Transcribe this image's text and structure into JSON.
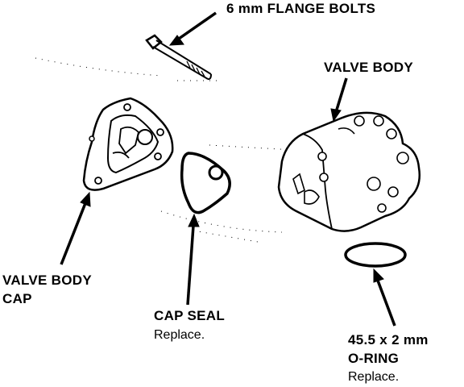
{
  "labels": {
    "flange_bolts": "6 mm FLANGE BOLTS",
    "valve_body": "VALVE BODY",
    "valve_body_cap_line1": "VALVE BODY",
    "valve_body_cap_line2": "CAP",
    "cap_seal": "CAP SEAL",
    "cap_seal_note": "Replace.",
    "oring_size": "45.5 x 2 mm",
    "oring_name": "O-RING",
    "oring_note": "Replace."
  }
}
